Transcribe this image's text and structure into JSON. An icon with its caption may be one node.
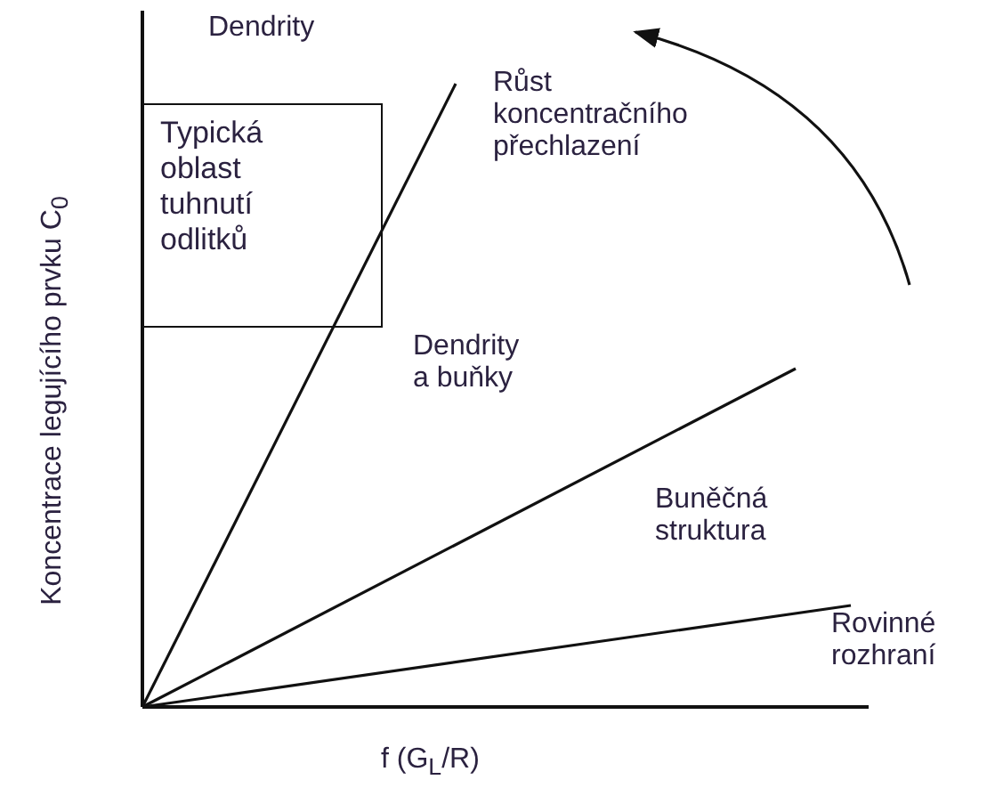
{
  "diagram": {
    "nodes": [
      {
        "text": [
          "Typická oblast tuhnutí odlitků"
        ]
      }
    ],
    "labels": [
      "Dendrity",
      "Růst koncentračního přechlazení",
      "Dendrity a buňky",
      "Buněčná struktura",
      "Rovinné rozhraní",
      "Koncentrace legujícího prvku C$_{0}$",
      "f (G$_{L}$/R)"
    ]
  }
}
